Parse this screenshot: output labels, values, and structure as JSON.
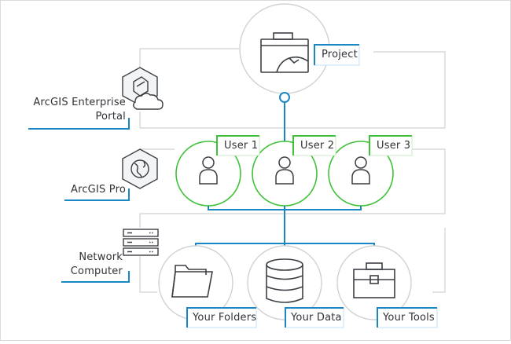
{
  "tiers": {
    "portal": "ArcGIS Enterprise\nPortal",
    "pro": "ArcGIS Pro",
    "network": "Network\nComputer"
  },
  "nodes": {
    "project": "Project",
    "users": [
      "User 1",
      "User 2",
      "User 3"
    ],
    "resources": [
      "Your Folders",
      "Your Data",
      "Your Tools"
    ]
  },
  "colors": {
    "blue": "#1b86c4",
    "green": "#3fc23a",
    "gray_line": "#cfd2d4",
    "icon": "#3b3f44"
  },
  "icons": {
    "portal": "portal-cloud-icon",
    "pro": "arcgis-pro-globe-icon",
    "network": "server-stack-icon",
    "project": "project-briefcase-icon",
    "user": "user-icon",
    "folders": "folder-icon",
    "data": "database-icon",
    "tools": "toolbox-icon"
  }
}
